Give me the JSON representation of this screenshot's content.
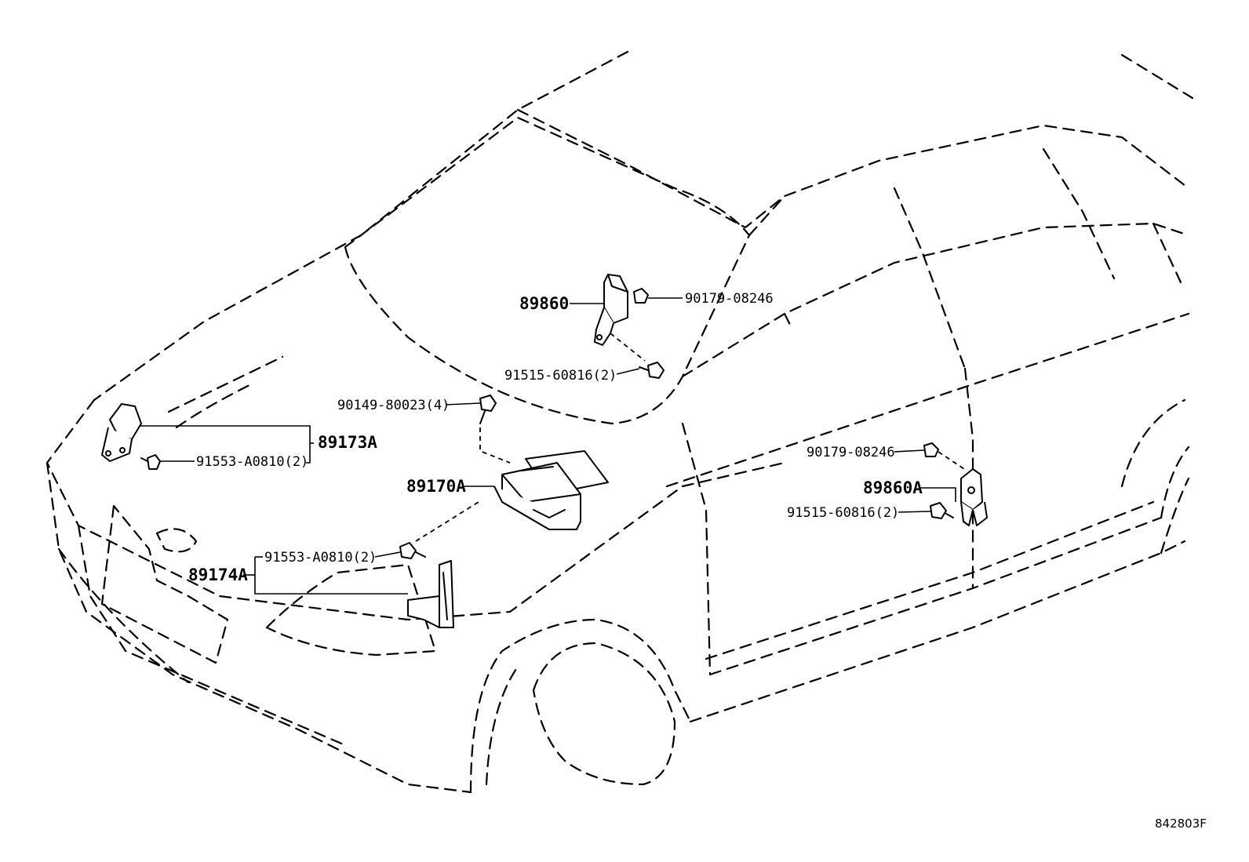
{
  "figure_code": "842803F",
  "callouts": {
    "sensor_front_left": "89173A",
    "sensor_front_left_bolt": "91553-A0810(2)",
    "sensor_front_right_assy": "89174A",
    "sensor_front_right_bolt": "91553-A0810(2)",
    "airbag_ecu": "89170A",
    "airbag_ecu_bolt": "90149-80023(4)",
    "side_sensor_front": "89860",
    "side_sensor_front_nut": "90179-08246",
    "side_sensor_front_bolt": "91515-60816(2)",
    "side_sensor_rear": "89860A",
    "side_sensor_rear_nut": "90179-08246",
    "side_sensor_rear_bolt": "91515-60816(2)"
  },
  "icons": [
    "crash-sensor-icon",
    "airbag-ecu-icon",
    "side-sensor-icon",
    "bolt-icon",
    "nut-icon",
    "bracket-icon"
  ]
}
